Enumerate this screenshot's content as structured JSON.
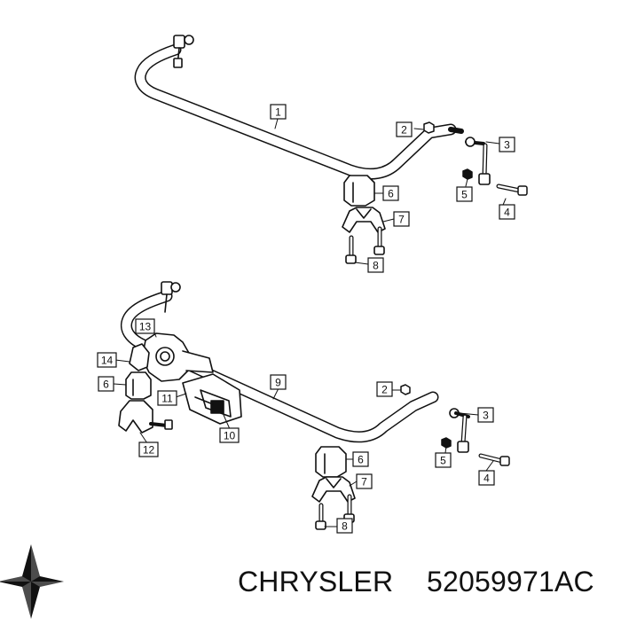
{
  "diagram": {
    "upper_assembly": {
      "callouts": [
        "1",
        "2",
        "3",
        "4",
        "5",
        "6",
        "7",
        "8"
      ]
    },
    "lower_assembly": {
      "callouts": [
        "9",
        "2",
        "3",
        "4",
        "5",
        "6",
        "7",
        "8",
        "13",
        "14",
        "6",
        "11",
        "10",
        "12"
      ]
    }
  },
  "footer": {
    "brand": "CHRYSLER",
    "part_number": "52059971AC",
    "logo": "chrysler-pentastar-icon"
  },
  "colors": {
    "line": "#111111",
    "background": "#ffffff"
  }
}
